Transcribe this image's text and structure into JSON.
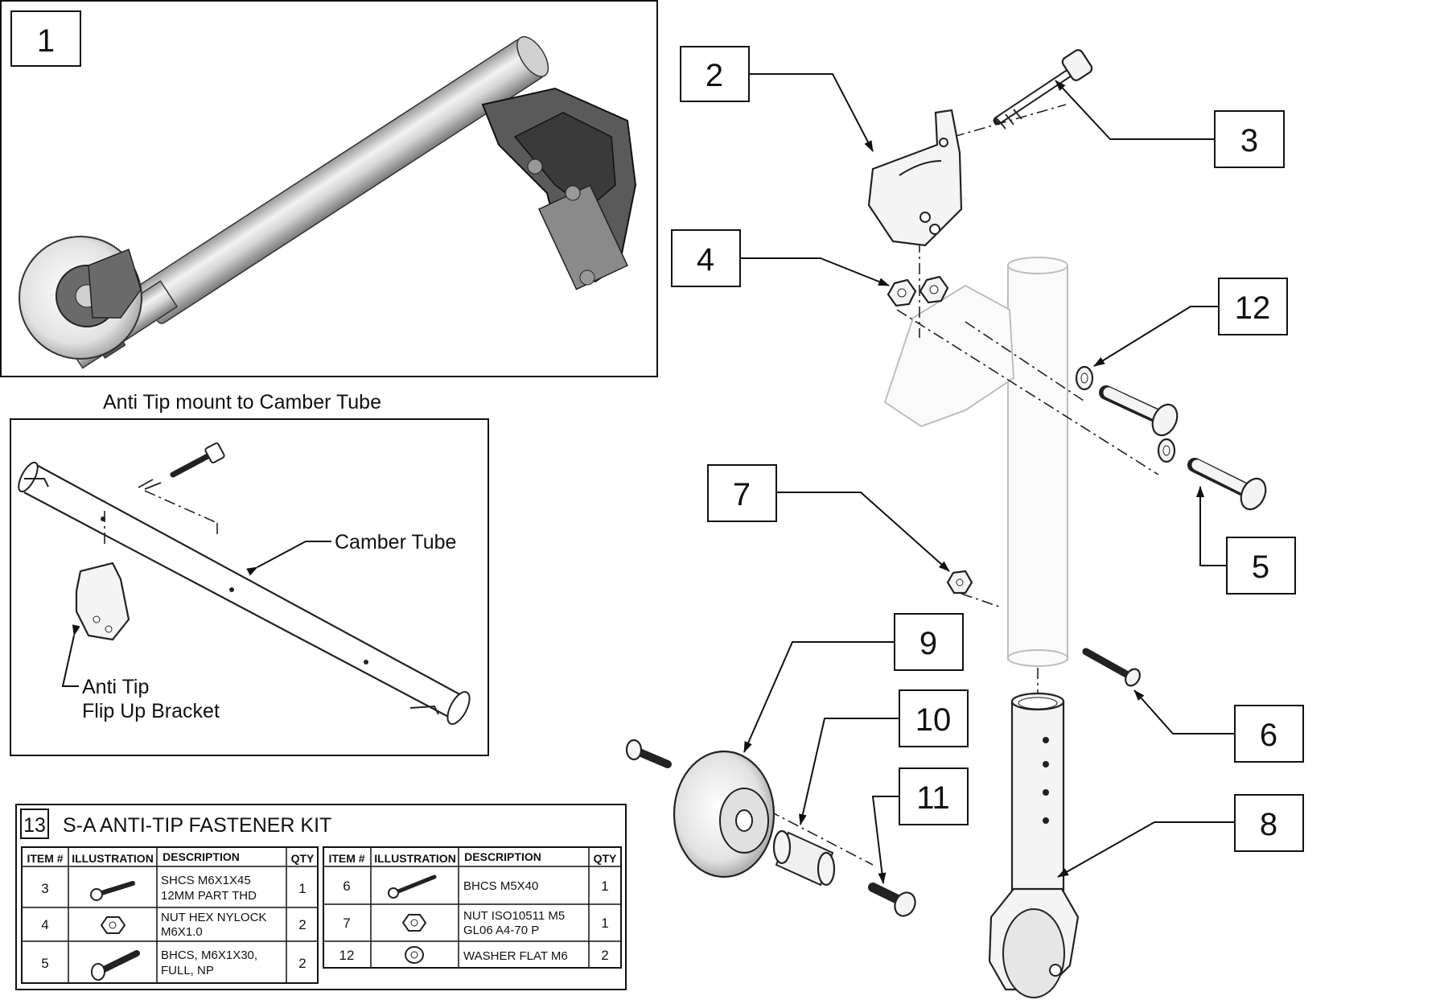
{
  "callouts": [
    {
      "id": "1",
      "label": "1"
    },
    {
      "id": "2",
      "label": "2"
    },
    {
      "id": "3",
      "label": "3"
    },
    {
      "id": "4",
      "label": "4"
    },
    {
      "id": "5",
      "label": "5"
    },
    {
      "id": "6",
      "label": "6"
    },
    {
      "id": "7",
      "label": "7"
    },
    {
      "id": "8",
      "label": "8"
    },
    {
      "id": "9",
      "label": "9"
    },
    {
      "id": "10",
      "label": "10"
    },
    {
      "id": "11",
      "label": "11"
    },
    {
      "id": "12",
      "label": "12"
    }
  ],
  "detail": {
    "title": "Anti Tip mount to Camber Tube",
    "camber_label": "Camber Tube",
    "bracket_label_line1": "Anti Tip",
    "bracket_label_line2": "Flip Up Bracket"
  },
  "kit": {
    "number": "13",
    "title": "S-A ANTI-TIP FASTENER KIT",
    "headers": {
      "item": "ITEM #",
      "illustration": "ILLUSTRATION",
      "description": "DESCRIPTION",
      "qty": "QTY"
    },
    "left_rows": [
      {
        "item": "3",
        "icon": "screw-icon",
        "desc_line1": "SHCS M6X1X45",
        "desc_line2": "12MM PART THD",
        "qty": "1"
      },
      {
        "item": "4",
        "icon": "nut-icon",
        "desc_line1": "NUT HEX NYLOCK",
        "desc_line2": "M6X1.0",
        "qty": "2"
      },
      {
        "item": "5",
        "icon": "button-screw-icon",
        "desc_line1": "BHCS, M6X1X30,",
        "desc_line2": "FULL, NP",
        "qty": "2"
      }
    ],
    "right_rows": [
      {
        "item": "6",
        "icon": "screw-icon",
        "desc_line1": "BHCS M5X40",
        "desc_line2": "",
        "qty": "1"
      },
      {
        "item": "7",
        "icon": "nut-icon",
        "desc_line1": "NUT ISO10511 M5",
        "desc_line2": "GL06 A4-70 P",
        "qty": "1"
      },
      {
        "item": "12",
        "icon": "washer-icon",
        "desc_line1": "WASHER FLAT M6",
        "desc_line2": "",
        "qty": "2"
      }
    ]
  }
}
